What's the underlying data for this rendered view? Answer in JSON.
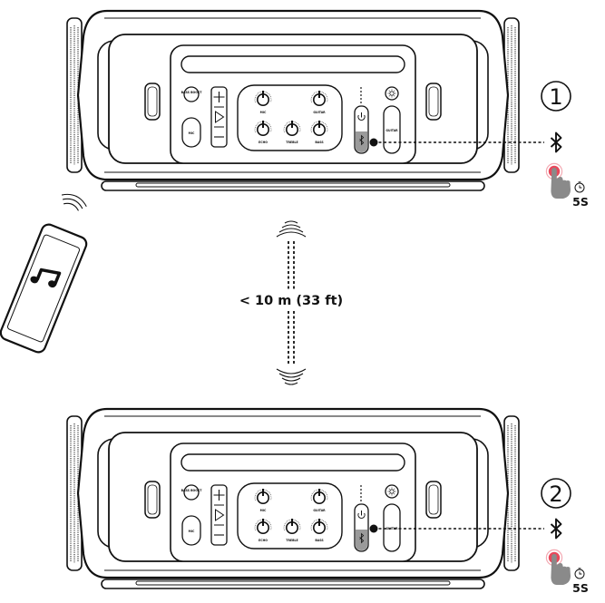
{
  "distance_label": "< 10 m (33 ft)",
  "steps": [
    {
      "number": "1",
      "duration": "5S"
    },
    {
      "number": "2",
      "duration": "5S"
    }
  ],
  "speaker_labels": {
    "bass_boost": "BASS BOOST",
    "mic_button": "MIC",
    "guitar_button": "GUITAR",
    "knob_mic": "MIC",
    "knob_guitar": "GUITAR",
    "knob_echo": "ECHO",
    "knob_treble": "TREBLE",
    "knob_bass": "BASS"
  },
  "icons": {
    "phone": "music-note-icon",
    "bluetooth": "bluetooth-icon",
    "power": "power-icon",
    "light": "light-icon",
    "timer": "timer-icon",
    "finger": "finger-press-icon"
  },
  "colors": {
    "line": "#111111",
    "press_dot": "#e8475a",
    "highlight": "#9a9a9a"
  }
}
